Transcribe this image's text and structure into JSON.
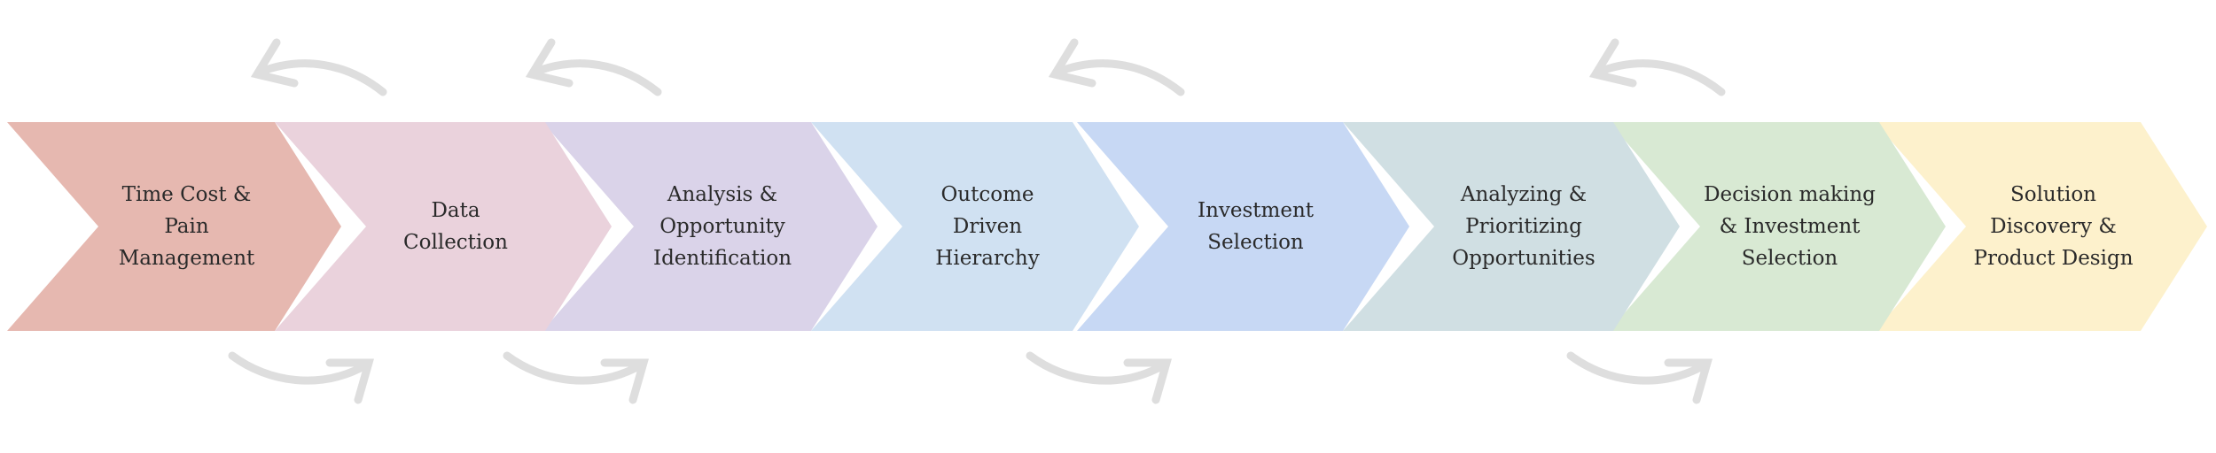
{
  "steps": [
    {
      "label": "Time Cost &\nPain Management",
      "color": "#e6b8b0"
    },
    {
      "label": "Data\nCollection",
      "color": "#ead2dc"
    },
    {
      "label": "Analysis &\nOpportunity\nIdentification",
      "color": "#dad3e9"
    },
    {
      "label": "Outcome\nDriven\nHierarchy",
      "color": "#d0e1f2"
    },
    {
      "label": "Investment\nSelection",
      "color": "#c7d8f4"
    },
    {
      "label": "Analyzing &\nPrioritizing\nOpportunities",
      "color": "#d0dfe3"
    },
    {
      "label": "Decision making\n& Investment\nSelection",
      "color": "#d8e9d3"
    },
    {
      "label": "Solution\nDiscovery &\nProduct Design",
      "color": "#fdf1cc"
    }
  ],
  "arrow_color": "#dedede",
  "feedback_arrows": {
    "icon": "curved-arrow-icon",
    "after_steps": [
      1,
      2,
      4,
      6
    ]
  }
}
